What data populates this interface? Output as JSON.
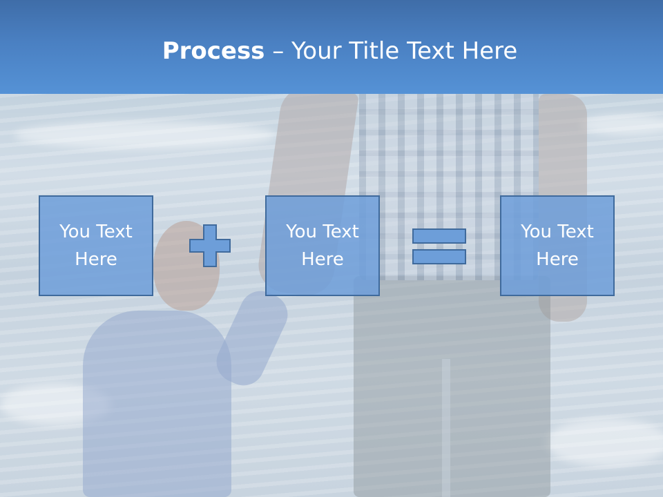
{
  "title": {
    "bold": "Process",
    "rest": " – Your Title Text Here"
  },
  "boxes": [
    {
      "text": "You Text\nHere"
    },
    {
      "text": "You Text\nHere"
    },
    {
      "text": "You Text\nHere"
    }
  ],
  "operators": {
    "first": "plus",
    "second": "equals"
  },
  "colors": {
    "header": "#4a80c2",
    "box_fill": "#6d9ed9",
    "box_border": "#3f6a9c"
  }
}
